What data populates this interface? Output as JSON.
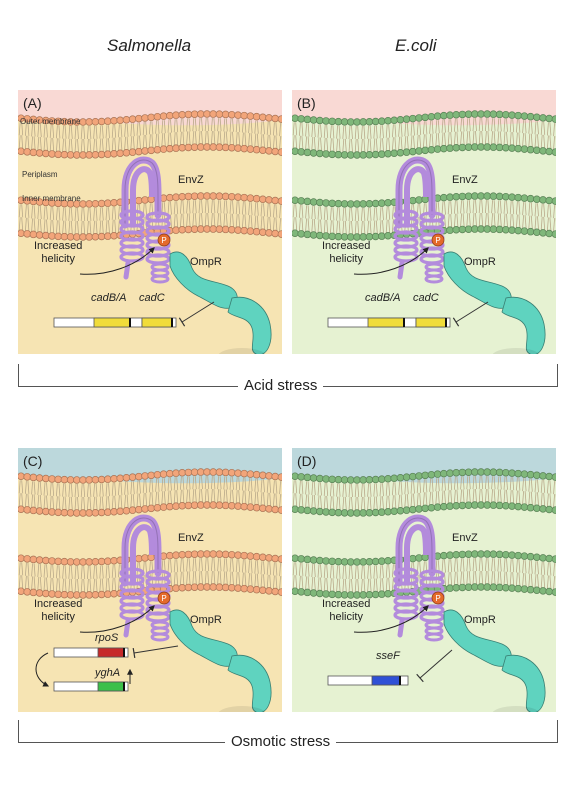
{
  "columns": {
    "left": "Salmonella",
    "right": "E.coli"
  },
  "panels": [
    {
      "letter": "(A)",
      "organism": "salmonella",
      "stress": "acid",
      "labels": {
        "outer": "Outer membrane",
        "periplasm": "Periplasm",
        "inner": "Inner membrane",
        "envz": "EnvZ",
        "ompr": "OmpR",
        "helicity": "Increased\nhelicity",
        "phospho": "P"
      },
      "genes": [
        "cadB/A",
        "cadC"
      ]
    },
    {
      "letter": "(B)",
      "organism": "ecoli",
      "stress": "acid",
      "labels": {
        "envz": "EnvZ",
        "ompr": "OmpR",
        "helicity": "Increased\nhelicity",
        "phospho": "P"
      },
      "genes": [
        "cadB/A",
        "cadC"
      ]
    },
    {
      "letter": "(C)",
      "organism": "salmonella",
      "stress": "osmotic",
      "labels": {
        "envz": "EnvZ",
        "ompr": "OmpR",
        "helicity": "Increased\nhelicity",
        "phospho": "P"
      },
      "genes": [
        "rpoS",
        "yghA"
      ]
    },
    {
      "letter": "(D)",
      "organism": "ecoli",
      "stress": "osmotic",
      "labels": {
        "envz": "EnvZ",
        "ompr": "OmpR",
        "helicity": "Increased\nhelicity",
        "phospho": "P"
      },
      "genes": [
        "sseF"
      ]
    }
  ],
  "stress_labels": {
    "acid": "Acid stress",
    "osmotic": "Osmotic stress"
  },
  "colors": {
    "salmonella_lipid": "#f2a57a",
    "ecoli_lipid": "#7fb77a",
    "acid_sky": "#f9d9d4",
    "osmotic_sky": "#bcd8dc",
    "salmonella_cytoplasm": "#f6e4b3",
    "ecoli_cytoplasm": "#e6f2d2",
    "envz": "#b38bdc",
    "ompr": "#5fd3bf",
    "phospho": "#e46a2b",
    "gene_yellow": "#f0dc3a",
    "gene_red": "#c62a2a",
    "gene_green": "#3cbf4a",
    "gene_blue": "#2f50d6"
  }
}
